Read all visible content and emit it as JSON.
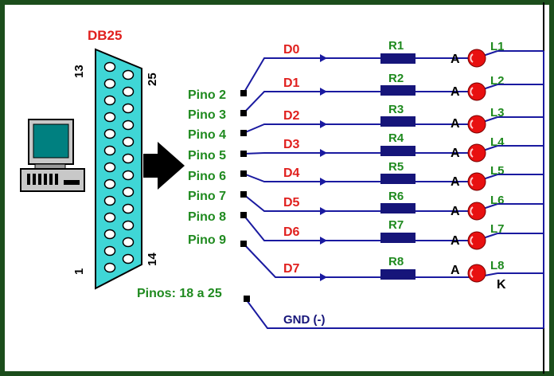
{
  "connector": {
    "title": "DB25",
    "pin_13": "13",
    "pin_25": "25",
    "pin_1": "1",
    "pin_14": "14"
  },
  "pins": [
    "Pino 2",
    "Pino 3",
    "Pino 4",
    "Pino 5",
    "Pino 6",
    "Pino 7",
    "Pino 8",
    "Pino 9"
  ],
  "data_lines": [
    "D0",
    "D1",
    "D2",
    "D3",
    "D4",
    "D5",
    "D6",
    "D7"
  ],
  "resistors": [
    "R1",
    "R2",
    "R3",
    "R4",
    "R5",
    "R6",
    "R7",
    "R8"
  ],
  "anode_label": "A",
  "cathode_label": "K",
  "leds": [
    "L1",
    "L2",
    "L3",
    "L4",
    "L5",
    "L6",
    "L7",
    "L8"
  ],
  "ground_pins_label": "Pinos: 18 a 25",
  "gnd_label": "GND (-)",
  "colors": {
    "border": "#1b4d1b",
    "wire": "#1a1aa0",
    "connector": "#3fd6d6",
    "pin_label": "#1f8a1f",
    "data_label": "#e0201e",
    "resistor": "#16157a",
    "led": "#e81010"
  }
}
